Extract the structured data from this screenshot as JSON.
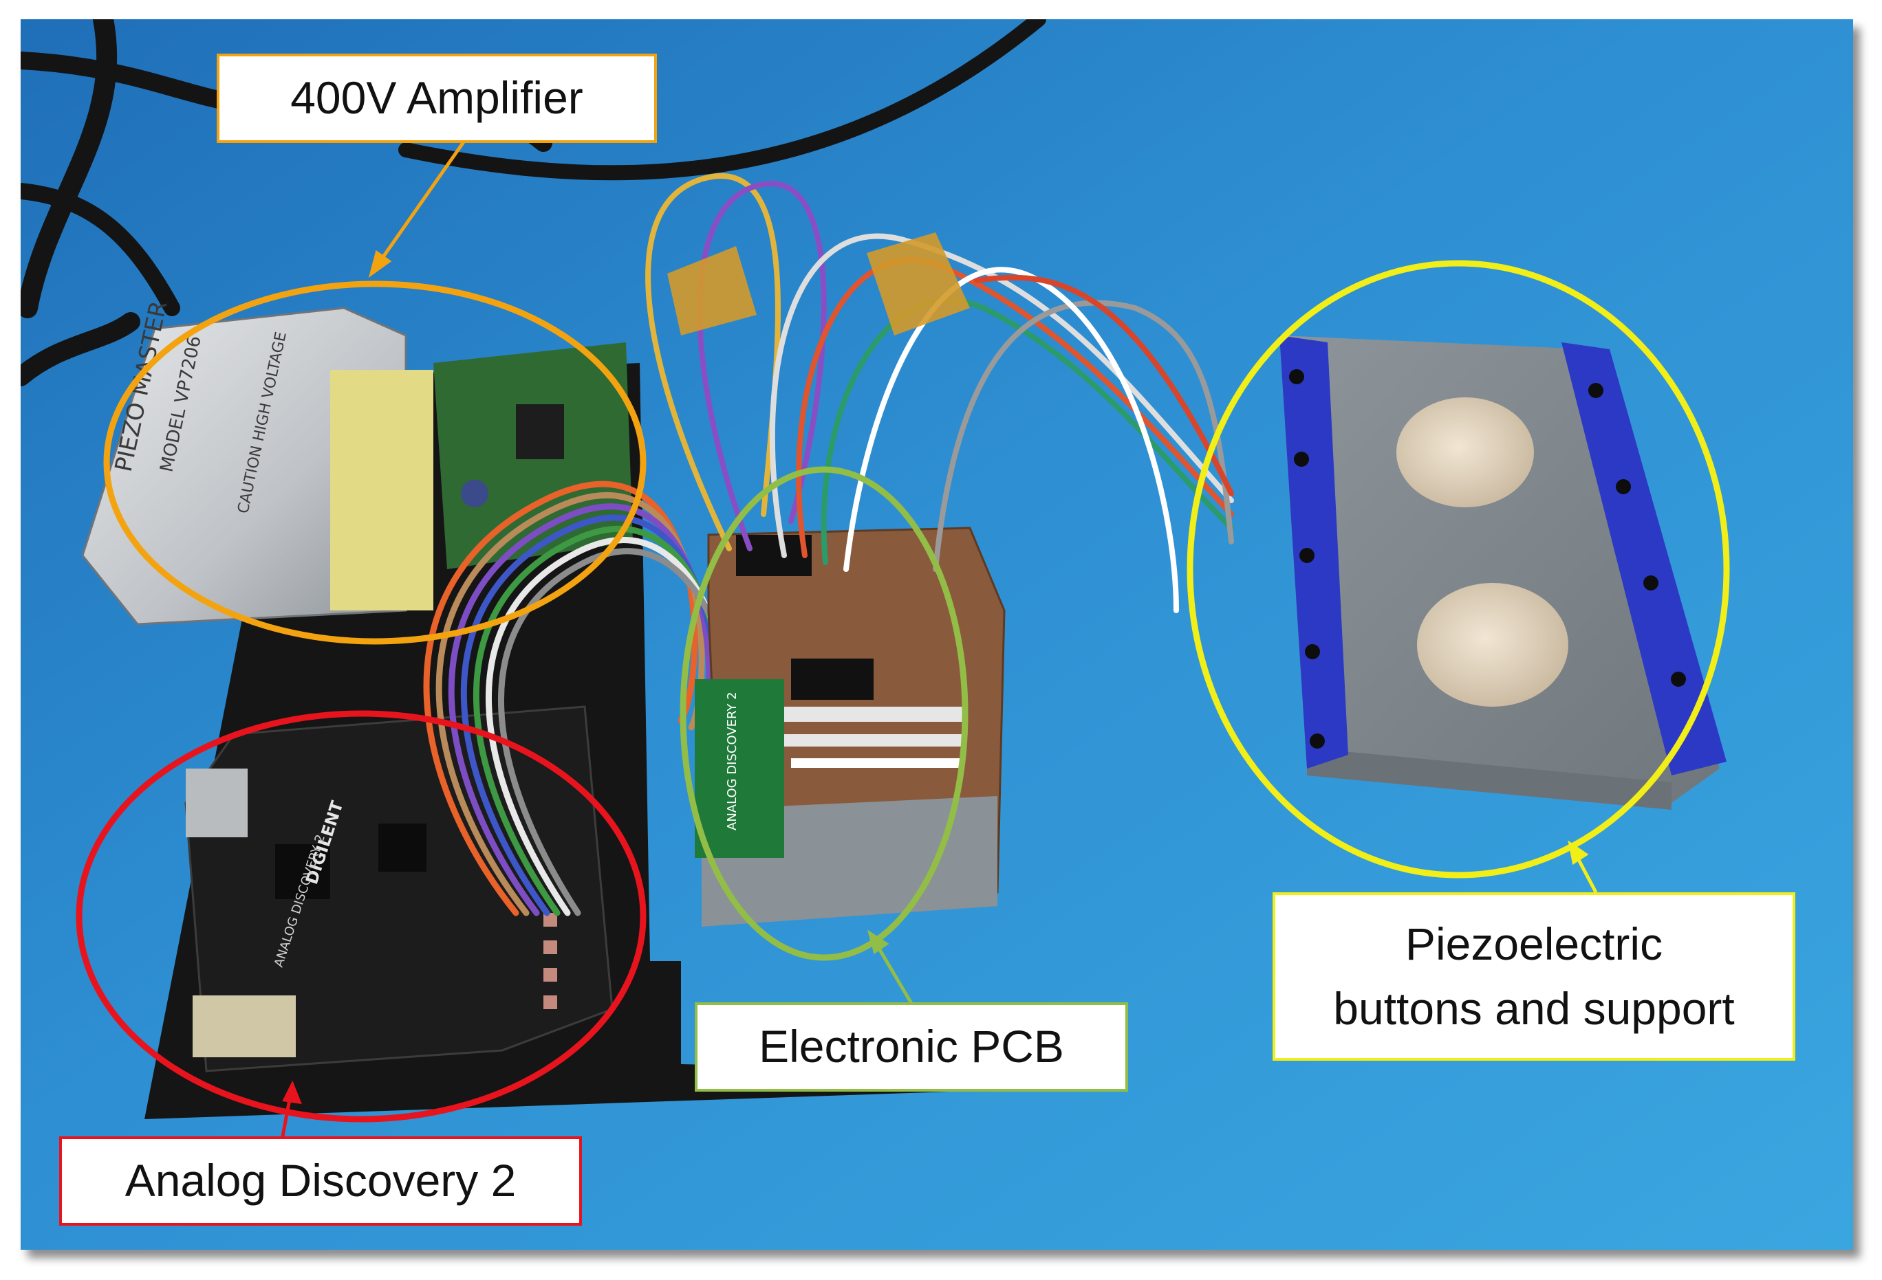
{
  "labels": {
    "amplifier": "400V Amplifier",
    "analog_discovery": "Analog Discovery 2",
    "electronic_pcb": "Electronic PCB",
    "piezo_support": "Piezoelectric\nbuttons and support"
  },
  "colors": {
    "amplifier": "#f4a310",
    "analog_discovery": "#e8141d",
    "electronic_pcb": "#92bd46",
    "piezo_support": "#f2ee18",
    "table_background": "#2e8fd2"
  },
  "device_markings": {
    "amplifier_brand": "PIEZO MASTER",
    "amplifier_model": "MODEL VP7206",
    "amplifier_caution": "CAUTION HIGH VOLTAGE",
    "board_brand": "DIGILENT",
    "board_name": "ANALOG DISCOVERY 2",
    "adapter_name": "ANALOG DISCOVERY 2"
  }
}
